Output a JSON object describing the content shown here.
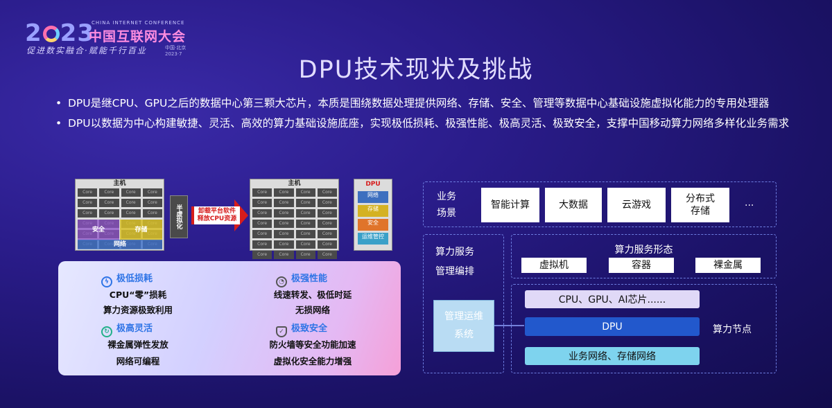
{
  "logo": {
    "year_a": "2",
    "year_b": "23",
    "en": "CHINA INTERNET CONFERENCE",
    "cn": "中国互联网大会",
    "slogan": "促进数实融合·赋能千行百业",
    "place": "中国·北京",
    "date": "2023·7"
  },
  "title": "DPU技术现状及挑战",
  "bullets": [
    "DPU是继CPU、GPU之后的数据中心第三颗大芯片，本质是围绕数据处理提供网络、存储、安全、管理等数据中心基础设施虚拟化能力的专用处理器",
    "DPU以数据为中心构建敏捷、灵活、高效的算力基础设施底座，实现极低损耗、极强性能、极高灵活、极致安全，支撑中国移动算力网络多样化业务需求"
  ],
  "diagram": {
    "host_title": "主机",
    "core_label": "Core",
    "band_security": "安全",
    "band_storage": "存储",
    "band_network": "网络",
    "middle_box": "半虚拟化",
    "arrow_label_1": "卸载平台软件",
    "arrow_label_2": "释放CPU资源",
    "host2_title": "主机",
    "dpu_title": "DPU",
    "dpu_items": [
      "网络",
      "存储",
      "安全",
      "运维管控"
    ]
  },
  "features": {
    "low_loss": {
      "head": "极低损耗",
      "line1": "CPU“零”损耗",
      "line2": "算力资源极致利用"
    },
    "performance": {
      "head": "极强性能",
      "line1": "线速转发、极低时延",
      "line2": "无损网络"
    },
    "flexible": {
      "head": "极高灵活",
      "line1": "裸金属弹性发放",
      "line2": "网络可编程"
    },
    "security": {
      "head": "极致安全",
      "line1": "防火墙等安全功能加速",
      "line2": "虚拟化安全能力增强"
    }
  },
  "arch": {
    "scene_label_1": "业务",
    "scene_label_2": "场景",
    "scenes": [
      "智能计算",
      "大数据",
      "云游戏",
      "分布式\n存储",
      "..."
    ],
    "mgmt_label_1": "算力服务",
    "mgmt_label_2": "管理编排",
    "forms_title": "算力服务形态",
    "forms": [
      "虚拟机",
      "容器",
      "裸金属"
    ],
    "ops_1": "管理运维",
    "ops_2": "系统",
    "cpu_bar": "CPU、GPU、AI芯片......",
    "dpu_bar": "DPU",
    "net_bar": "业务网络、存储网络",
    "node_label": "算力节点"
  }
}
